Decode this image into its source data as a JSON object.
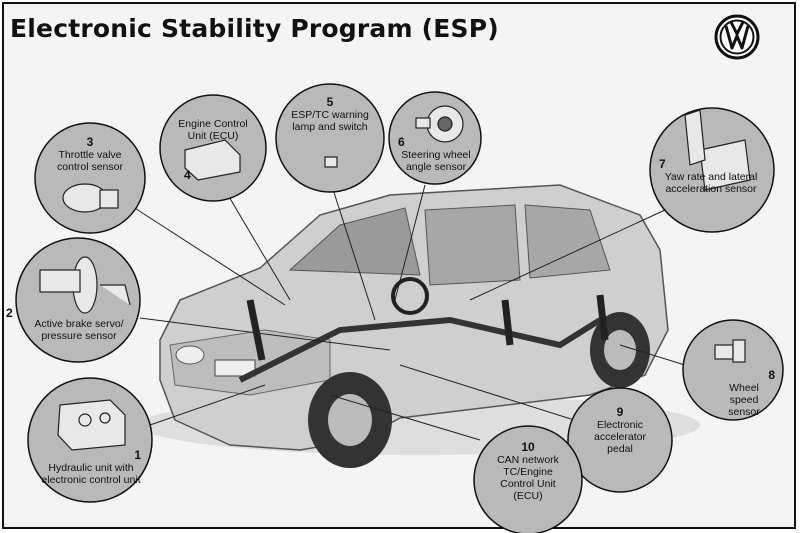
{
  "title": "Electronic Stability Program (ESP)",
  "logo": {
    "icon": "vw-logo-icon"
  },
  "components": [
    {
      "number": "1",
      "text": "Hydraulic unit with electronic control unit"
    },
    {
      "number": "2",
      "text": "Active brake servo/ pressure sensor"
    },
    {
      "number": "3",
      "text": "Throttle valve control sensor"
    },
    {
      "number": "4",
      "text": "Engine Control Unit (ECU)"
    },
    {
      "number": "5",
      "text": "ESP/TC warning lamp and switch"
    },
    {
      "number": "6",
      "text": "Steering wheel angle sensor"
    },
    {
      "number": "7",
      "text": "Yaw rate and lateral acceleration sensor"
    },
    {
      "number": "8",
      "text": "Wheel speed sensor"
    },
    {
      "number": "9",
      "text": "Electronic accelerator pedal"
    },
    {
      "number": "10",
      "text": "CAN network TC/Engine Control Unit (ECU)"
    }
  ],
  "colors": {
    "circle_fill": "#b9b9b9",
    "outline": "#111111",
    "car_body": "#cfcfcf"
  }
}
